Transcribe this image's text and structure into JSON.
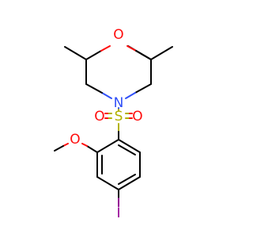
{
  "molecule": {
    "atoms": {
      "ring_oxygen": {
        "symbol": "O",
        "color": "#ff0d0d"
      },
      "ring_nitrogen": {
        "symbol": "N",
        "color": "#3050f8"
      },
      "sulfur": {
        "symbol": "S",
        "color": "#b2b200"
      },
      "sulfonyl_oxygen_left": {
        "symbol": "O",
        "color": "#ff0d0d"
      },
      "sulfonyl_oxygen_right": {
        "symbol": "O",
        "color": "#ff0d0d"
      },
      "methoxy_oxygen": {
        "symbol": "O",
        "color": "#ff0d0d"
      },
      "iodine": {
        "symbol": "I",
        "color": "#940094"
      }
    }
  }
}
